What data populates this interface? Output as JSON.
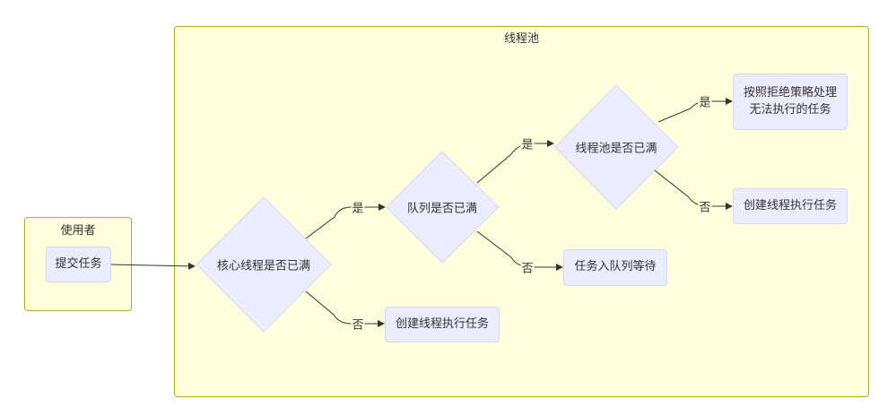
{
  "clusters": {
    "user": {
      "title": "使用者"
    },
    "pool": {
      "title": "线程池"
    }
  },
  "nodes": {
    "submit": "提交任务",
    "core_full": "核心线程是否已满",
    "queue_full": "队列是否已满",
    "pool_full": "线程池是否已满",
    "reject_line1": "按照拒绝策略处理",
    "reject_line2": "无法执行的任务",
    "create_core": "创建线程执行任务",
    "enqueue": "任务入队列等待",
    "create_max": "创建线程执行任务"
  },
  "edge_labels": {
    "core_yes": "是",
    "core_no": "否",
    "queue_yes": "是",
    "queue_no": "否",
    "pool_yes": "是",
    "pool_no": "否"
  },
  "colors": {
    "cluster_fill": "#ffffde",
    "cluster_border": "#aaaa33",
    "node_fill": "#ececff",
    "node_border": "#d6d6f5",
    "line": "#333333"
  }
}
